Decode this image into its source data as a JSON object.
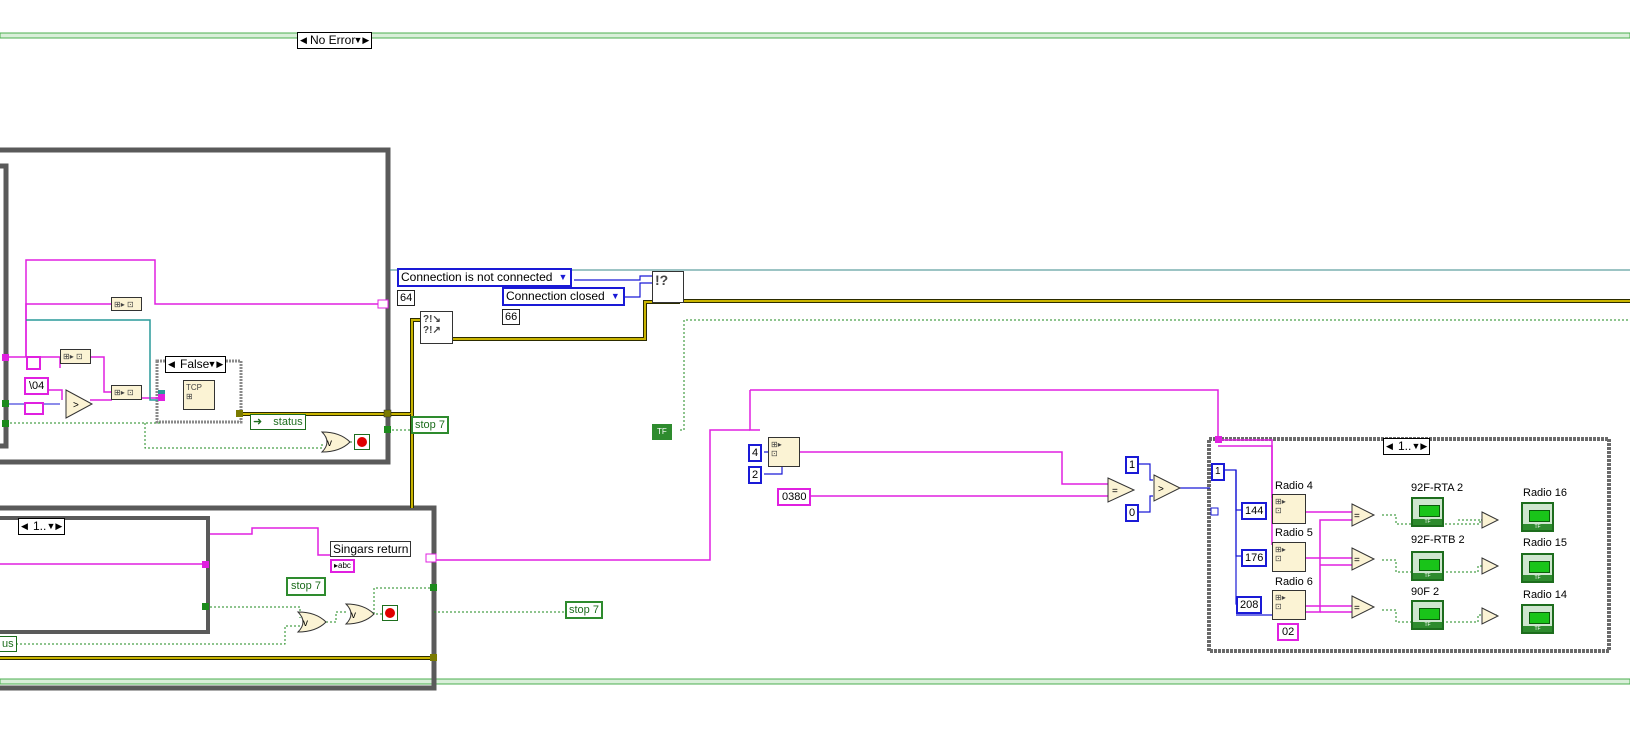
{
  "diagram": {
    "top_case_selector": "No Error",
    "inner_case_selector": "False",
    "lower_case_selector": "1..",
    "right_case_selector": "1..",
    "enums": {
      "not_connected": "Connection is not connected",
      "closed": "Connection closed"
    },
    "numbers": {
      "n64": "64",
      "n66": "66",
      "n4": "4",
      "n2": "2",
      "n1a": "1",
      "n0": "0",
      "n1b": "1",
      "n144": "144",
      "n176": "176",
      "n208": "208"
    },
    "strings": {
      "hex04": "\\04",
      "s0380": "0380",
      "s02": "02",
      "singars_return": "Singars return",
      "status": "status",
      "status_partial": "us"
    },
    "booleans": {
      "stop7_indicator_a": "stop 7",
      "stop7_control": "stop 7",
      "stop7_indicator_b": "stop 7",
      "tf_constant": "TF"
    },
    "radio_labels": {
      "radio4": "Radio 4",
      "radio5": "Radio 5",
      "radio6": "Radio 6",
      "radio16": "Radio 16",
      "radio15": "Radio 15",
      "radio14": "Radio 14",
      "rta": "92F-RTA 2",
      "rtb": "92F-RTB 2",
      "f90": "90F 2"
    },
    "colors": {
      "string_wire": "#e020e0",
      "numeric_wire": "#1a1ad6",
      "boolean_wire": "#1d8a1d",
      "error_wire": "#c9b400",
      "frame": "#555555"
    }
  }
}
